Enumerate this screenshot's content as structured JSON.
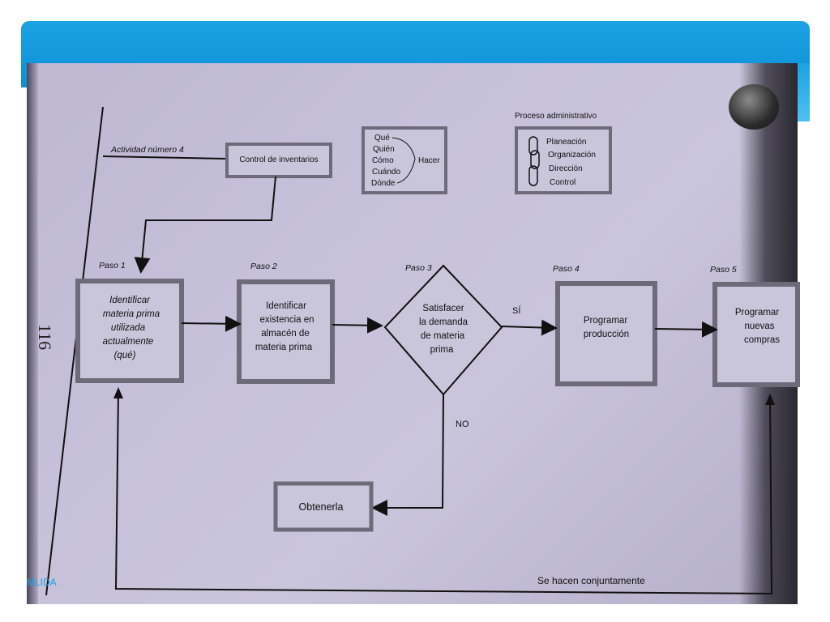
{
  "activity_label": "Actividad número 4",
  "control_box": "Control de inventarios",
  "questions": [
    "Qué",
    "Quién",
    "Cómo",
    "Cuándo",
    "Dónde"
  ],
  "questions_result": "Hacer",
  "process_title": "Proceso administrativo",
  "process_items": [
    "Planeación",
    "Organización",
    "Dirección",
    "Control"
  ],
  "steps": [
    {
      "label": "Paso 1",
      "lines": [
        "Identificar",
        "materia prima",
        "utilizada",
        "actualmente",
        "(qué)"
      ]
    },
    {
      "label": "Paso 2",
      "lines": [
        "Identificar",
        "existencia en",
        "almacén de",
        "materia prima"
      ]
    },
    {
      "label": "Paso 3",
      "lines": [
        "Satisfacer",
        "la demanda",
        "de materia",
        "prima"
      ]
    },
    {
      "label": "Paso 4",
      "lines": [
        "Programar",
        "producción"
      ]
    },
    {
      "label": "Paso 5",
      "lines": [
        "Programar",
        "nuevas",
        "compras"
      ]
    }
  ],
  "yes_label": "SÍ",
  "no_label": "NO",
  "obtain_box": "Obtenerla",
  "bottom_note": "Se hacen conjuntamente",
  "page_number": "116",
  "footer_fragment": "MLIDA"
}
